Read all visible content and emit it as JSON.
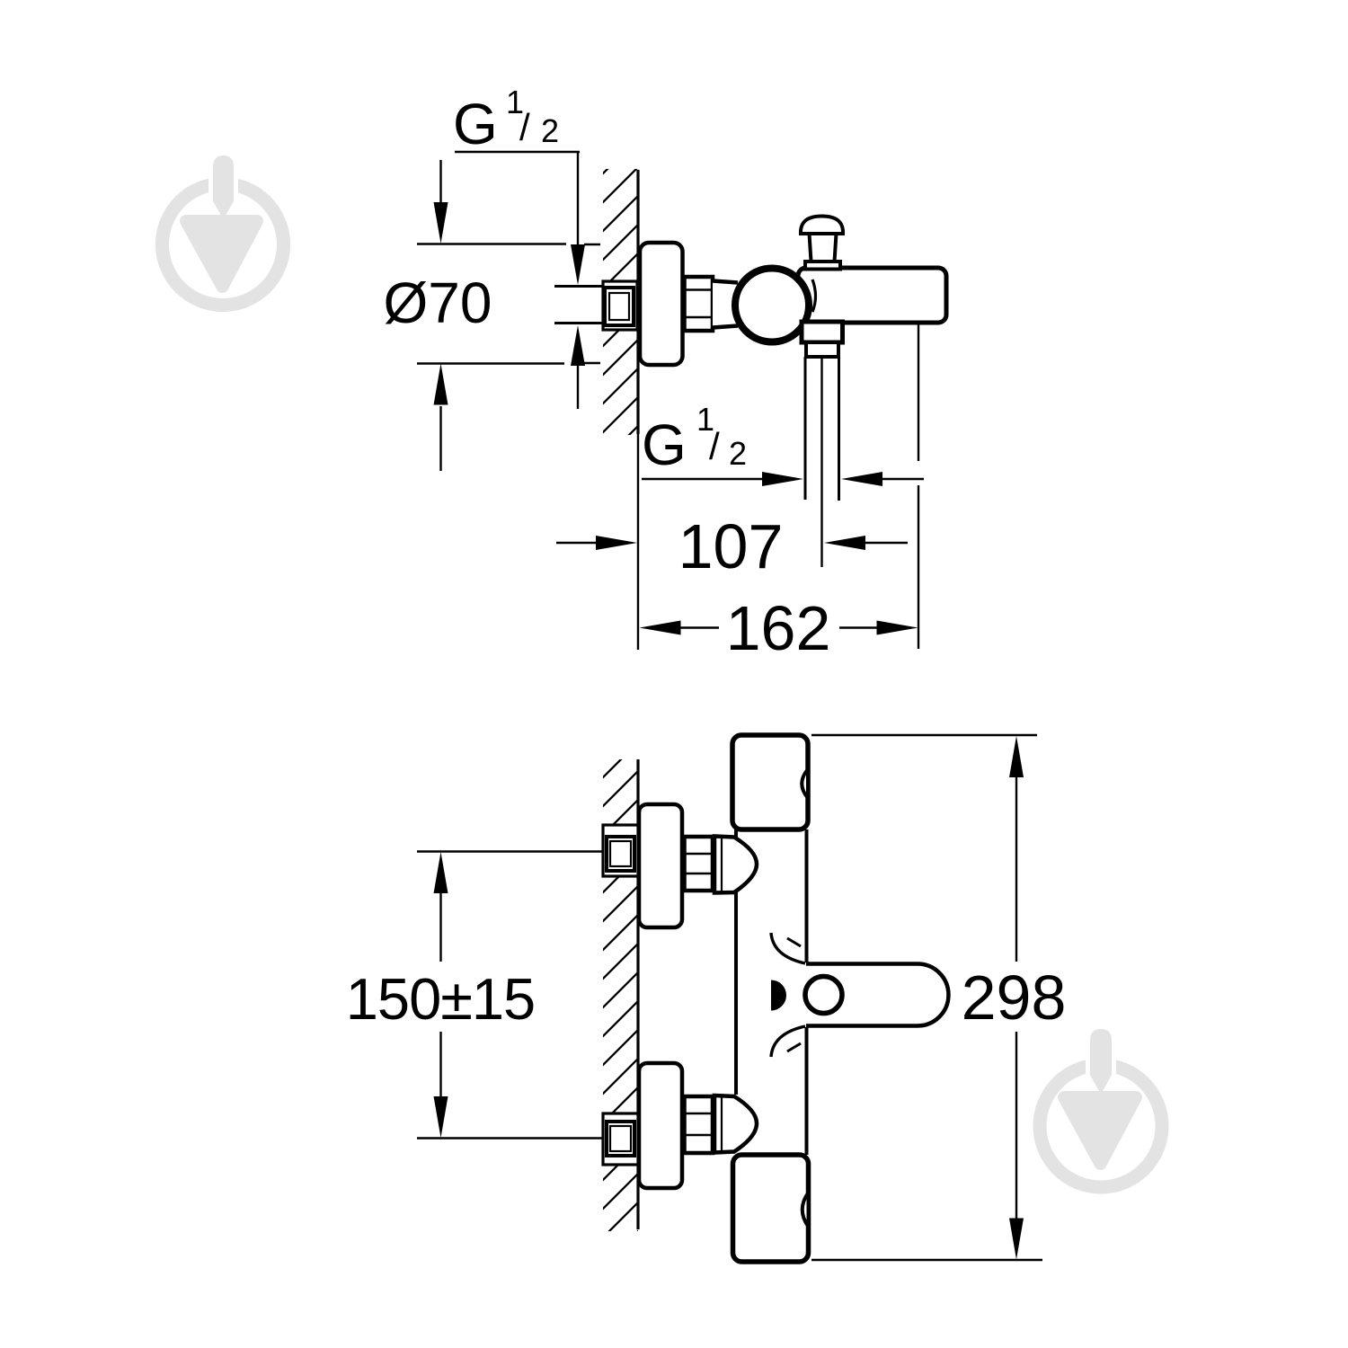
{
  "page": {
    "background": "#ffffff",
    "ink_color": "#000000",
    "watermark_color": "#e3e3e4"
  },
  "figure": {
    "type": "technical-installation-drawing",
    "views": {
      "plan": {
        "dimensions": {
          "inlet_thread": {
            "base": "G",
            "numerator": "1",
            "slash": "/",
            "denominator": "2"
          },
          "escutcheon_diameter": "Ø70",
          "outlet_thread": {
            "base": "G",
            "numerator": "1",
            "slash": "/",
            "denominator": "2"
          },
          "wall_to_shower_outlet": "107",
          "wall_to_spout_end": "162"
        }
      },
      "elevation": {
        "dimensions": {
          "inlet_center_spacing": "150±15",
          "overall_height": "298"
        }
      }
    }
  }
}
